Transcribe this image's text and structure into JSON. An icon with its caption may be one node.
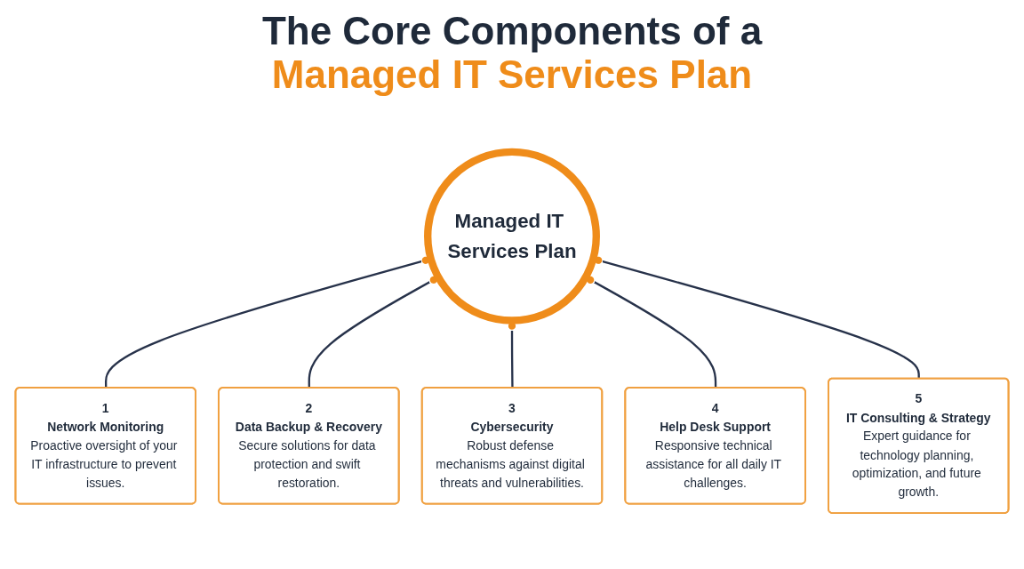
{
  "diagram": {
    "title": "The Core Components of a Managed IT Services Plan",
    "nodes": [
      {
        "text": [
          "Managed IT Services Plan"
        ]
      },
      {
        "text": [
          "1",
          "Network Monitoring",
          "Proactive oversight of your IT infrastructure to prevent issues."
        ]
      },
      {
        "text": [
          "2",
          "Data Backup & Recovery",
          "Secure solutions for data protection and swift restoration."
        ]
      },
      {
        "text": [
          "3",
          "Cybersecurity",
          "Robust defense mechanisms against digital threats and vulnerabilities."
        ]
      },
      {
        "text": [
          "4",
          "Help Desk Support",
          "Responsive technical assistance for all daily IT challenges."
        ]
      },
      {
        "text": [
          "5",
          "IT Consulting & Strategy",
          "Expert guidance for technology planning, optimization, and future growth."
        ]
      }
    ],
    "edges": [
      {
        "from": 1,
        "to": 0,
        "arrow": "other"
      },
      {
        "from": 2,
        "to": 0,
        "arrow": "other"
      },
      {
        "from": 3,
        "to": 0,
        "arrow": "other"
      },
      {
        "from": 4,
        "to": 0,
        "arrow": "other"
      },
      {
        "from": 5,
        "to": 0,
        "arrow": "other"
      }
    ]
  }
}
